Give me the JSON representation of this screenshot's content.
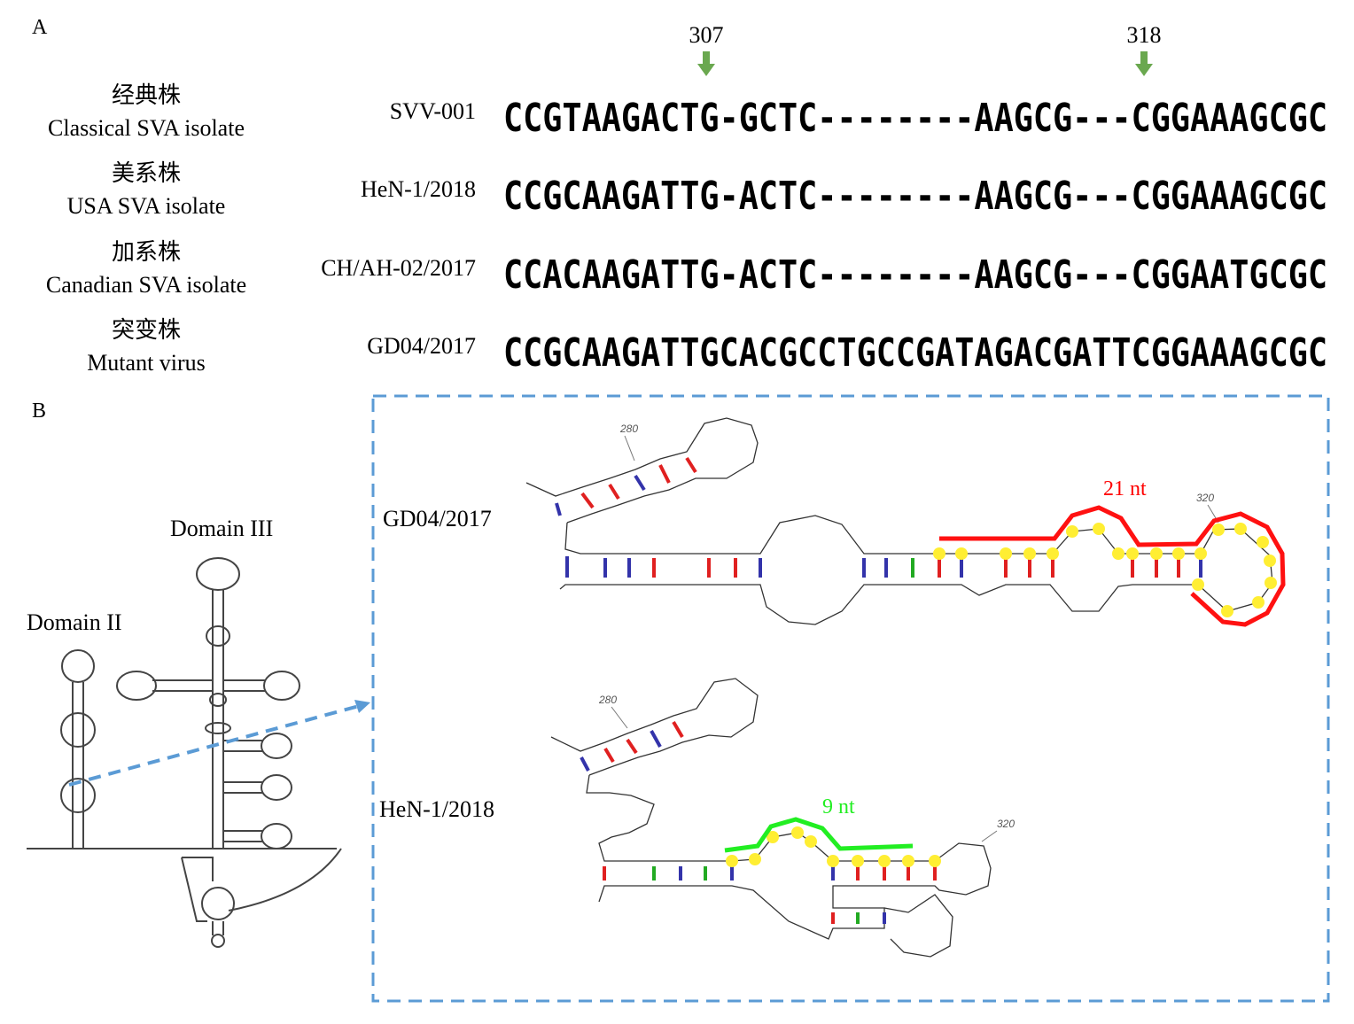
{
  "panel_a": {
    "label": "A",
    "markers": [
      {
        "text": "307",
        "color": "#6aa84f"
      },
      {
        "text": "318",
        "color": "#6aa84f"
      }
    ],
    "groups": [
      {
        "cn": "经典株",
        "en": "Classical SVA isolate"
      },
      {
        "cn": "美系株",
        "en": "USA SVA isolate"
      },
      {
        "cn": "加系株",
        "en": "Canadian SVA isolate"
      },
      {
        "cn": "突变株",
        "en": "Mutant virus"
      }
    ],
    "strains": [
      "SVV-001",
      "HeN-1/2018",
      "CH/AH-02/2017",
      "GD04/2017"
    ],
    "sequences": [
      "CCGTAAGACTG-GCTC--------AAGCG---CGGAAAGCGC",
      "CCGCAAGATTG-ACTC--------AAGCG---CGGAAAGCGC",
      "CCACAAGATTG-ACTC--------AAGCG---CGGAATGCGC",
      "CCGCAAGATTGCACGCCTGCCGATAGACGATTCGGAAAGCGC"
    ]
  },
  "panel_b": {
    "label": "B",
    "domain2": "Domain II",
    "domain3": "Domain III",
    "struct1_label": "GD04/2017",
    "struct2_label": "HeN-1/2018",
    "annot1": {
      "text": "21 nt",
      "color": "#ff0000"
    },
    "annot2": {
      "text": "9 nt",
      "color": "#22ee22"
    },
    "pos280": "280",
    "pos320": "320",
    "dash_color": "#5b9bd5"
  }
}
